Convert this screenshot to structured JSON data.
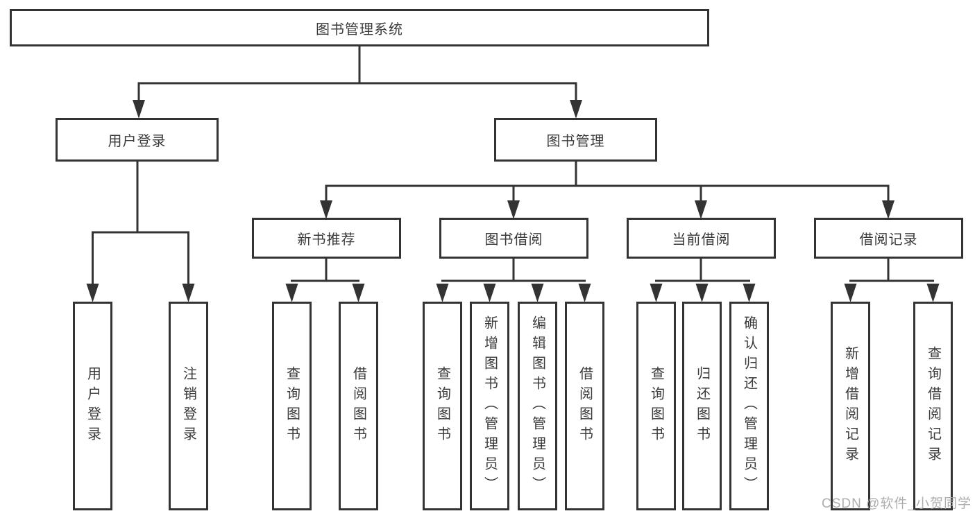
{
  "diagram": {
    "root": {
      "label": "图书管理系统"
    },
    "level2": [
      {
        "label": "用户登录"
      },
      {
        "label": "图书管理"
      }
    ],
    "level3": [
      {
        "label": "新书推荐"
      },
      {
        "label": "图书借阅"
      },
      {
        "label": "当前借阅"
      },
      {
        "label": "借阅记录"
      }
    ],
    "leaves": [
      {
        "parent": "用户登录",
        "label": "用户登录"
      },
      {
        "parent": "用户登录",
        "label": "注销登录"
      },
      {
        "parent": "新书推荐",
        "label": "查询图书"
      },
      {
        "parent": "新书推荐",
        "label": "借阅图书"
      },
      {
        "parent": "图书借阅",
        "label": "查询图书"
      },
      {
        "parent": "图书借阅",
        "label": "新增图书（管理员）"
      },
      {
        "parent": "图书借阅",
        "label": "编辑图书（管理员）"
      },
      {
        "parent": "图书借阅",
        "label": "借阅图书"
      },
      {
        "parent": "当前借阅",
        "label": "查询图书"
      },
      {
        "parent": "当前借阅",
        "label": "归还图书"
      },
      {
        "parent": "当前借阅",
        "label": "确认归还（管理员）"
      },
      {
        "parent": "借阅记录",
        "label": "新增借阅记录"
      },
      {
        "parent": "借阅记录",
        "label": "查询借阅记录"
      }
    ],
    "watermark": "CSDN @软件_小贺同学",
    "colors": {
      "line": "#333333",
      "text": "#3a3a3a",
      "watermark": "#a5a5a5",
      "background": "#ffffff"
    }
  }
}
